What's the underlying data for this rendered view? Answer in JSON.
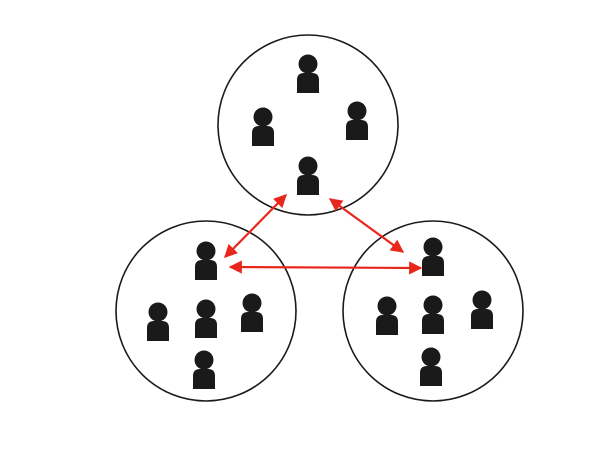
{
  "diagram": {
    "background": "#ffffff",
    "group_stroke": "#1a1a1a",
    "person_color": "#1a1a1a",
    "arrow_color": "#e8271c",
    "groups": [
      {
        "id": "group-top",
        "member_count": 4
      },
      {
        "id": "group-left",
        "member_count": 5
      },
      {
        "id": "group-right",
        "member_count": 5
      }
    ],
    "connections": [
      {
        "from": "group-top",
        "to": "group-left",
        "direction": "bidirectional"
      },
      {
        "from": "group-top",
        "to": "group-right",
        "direction": "bidirectional"
      },
      {
        "from": "group-left",
        "to": "group-right",
        "direction": "bidirectional"
      }
    ],
    "icons": {
      "person": "person-icon",
      "arrow": "double-arrow"
    }
  }
}
